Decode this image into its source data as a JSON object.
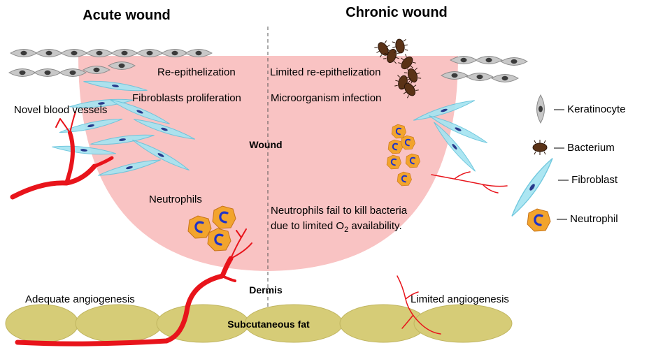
{
  "titles": {
    "acute": "Acute wound",
    "chronic": "Chronic wound"
  },
  "labels": {
    "re_epithelization": "Re-epithelization",
    "limited_re_epithelization": "Limited re-epithelization",
    "fibroblasts_proliferation": "Fibroblasts proliferation",
    "microorganism_infection": "Microorganism infection",
    "novel_blood_vessels": "Novel blood vessels",
    "wound": "Wound",
    "neutrophils": "Neutrophils",
    "neutrophils_fail_line1": "Neutrophils fail to kill bacteria",
    "neutrophils_fail_line2_prefix": "due to limited O",
    "neutrophils_fail_line2_sub": "2",
    "neutrophils_fail_line2_suffix": " availability.",
    "dermis": "Dermis",
    "adequate_angiogenesis": "Adequate angiogenesis",
    "limited_angiogenesis": "Limited angiogenesis",
    "subcutaneous_fat": "Subcutaneous fat"
  },
  "legend": {
    "keratinocyte": "— Keratinocyte",
    "bacterium": "— Bacterium",
    "fibroblast": "— Fibroblast",
    "neutrophil": "— Neutrophil"
  },
  "colors": {
    "wound": "#f9c3c3",
    "fat": "#d6cc77",
    "vessel": "#e8141b",
    "keratinocyte": "#c8c8c8",
    "fibroblast": "#9fe1ef",
    "neutrophil": "#f2a42d",
    "nucleus": "#1f34c8",
    "bacterium": "#5a3216"
  }
}
